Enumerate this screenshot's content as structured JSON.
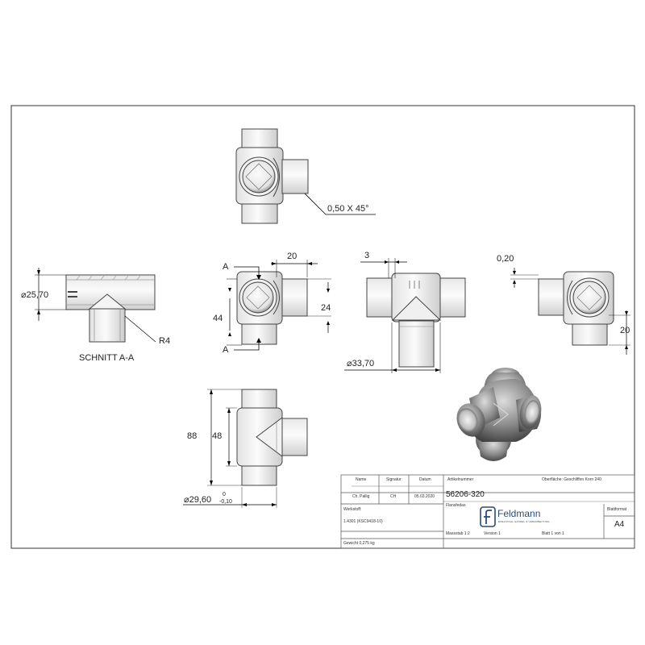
{
  "views": {
    "top": {
      "chamfer": "0,50 X 45°"
    },
    "section": {
      "diameter": "25,70",
      "radius": "R4",
      "title": "SCHNITT A-A"
    },
    "front": {
      "width": "20",
      "height": "44",
      "side_height": "24",
      "section_marker": "A"
    },
    "side": {
      "wall": "3",
      "outer_diameter": "33,70"
    },
    "right": {
      "offset": "0,20",
      "length": "20"
    },
    "bottom": {
      "overall": "88",
      "half": "48",
      "diameter": "29,60",
      "tol_upper": "0",
      "tol_lower": "-0,10"
    }
  },
  "title_block": {
    "headers": {
      "name": "Name",
      "signature": "Signatur",
      "date": "Datum",
      "article": "Artikelnummer",
      "surface": "Oberfläche:",
      "sheet_format": "Blattformat"
    },
    "drawn_by": "Ch. Pallig",
    "signature": "CH",
    "date": "05.03.2020",
    "article_number": "56206-320",
    "surface_value": "Geschliffen Korn 240",
    "designation_label": "Flansfedas",
    "material_label": "Werkstoff:",
    "material": "1.4301 (KSC9418-10)",
    "weight": "Gewicht 0,275 kg",
    "scale": "Massstab 1:2",
    "version": "Version 1",
    "sheet": "Blatt 1 von 1",
    "format": "A4",
    "logo": {
      "glyph": "f",
      "word": "Feldmann",
      "tagline": "EDELSTAHL HANDEL & VERARBEITUNG"
    }
  }
}
